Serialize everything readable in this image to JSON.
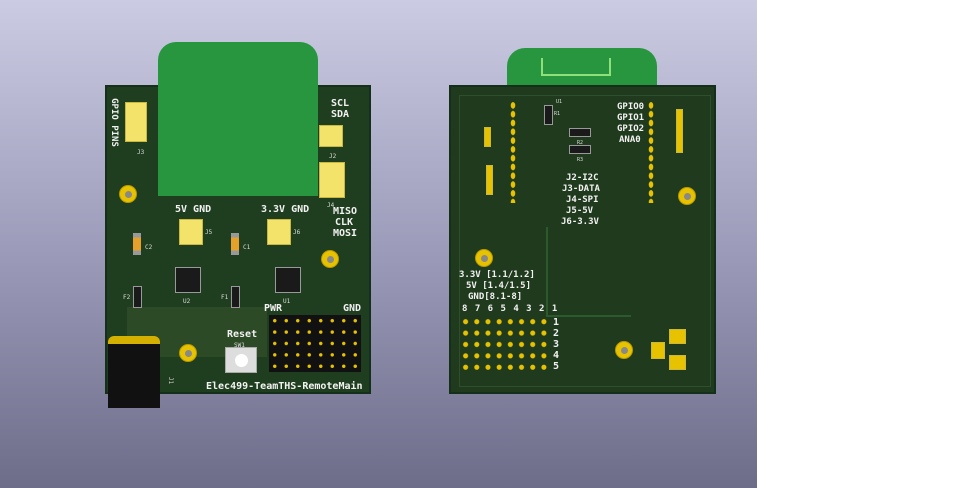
{
  "front_board": {
    "labels": {
      "gpio_pins": "GPIO PINS",
      "j3": "J3",
      "scl": "SCL",
      "sda": "SDA",
      "j2": "J2",
      "j4": "J4",
      "miso": "MISO",
      "clk": "CLK",
      "mosi": "MOSI",
      "five_v_gnd": "5V GND",
      "three_v_gnd": "3.3V GND",
      "j5": "J5",
      "j6": "J6",
      "c1": "C1",
      "c2": "C2",
      "u1": "U1",
      "u2": "U2",
      "f1": "F1",
      "f2": "F2",
      "pwr": "PWR",
      "gnd": "GND",
      "reset": "Reset",
      "sw1": "SW1",
      "j1": "J1",
      "title": "Elec499-TeamTHS-RemoteMain"
    }
  },
  "back_board": {
    "labels": {
      "u1": "U1",
      "r1": "R1",
      "r2": "R2",
      "r3": "R3",
      "gpio0": "GPIO0",
      "gpio1": "GPIO1",
      "gpio2": "GPIO2",
      "ana0": "ANA0",
      "legend": [
        "J2-I2C",
        "J3-DATA",
        "J4-SPI",
        "J5-5V",
        "J6-3.3V"
      ],
      "power_map": [
        "3.3V [1.1/1.2]",
        "5V [1.4/1.5]",
        "GND[8.1-8]"
      ],
      "col_numbers": "8 7 6 5 4 3 2 1",
      "row_numbers": [
        "1",
        "2",
        "3",
        "4",
        "5"
      ]
    }
  },
  "colors": {
    "pcb": "#1f3d1f",
    "pad": "#e6c200",
    "module": "#27963f",
    "silk": "#f2f2f2"
  }
}
